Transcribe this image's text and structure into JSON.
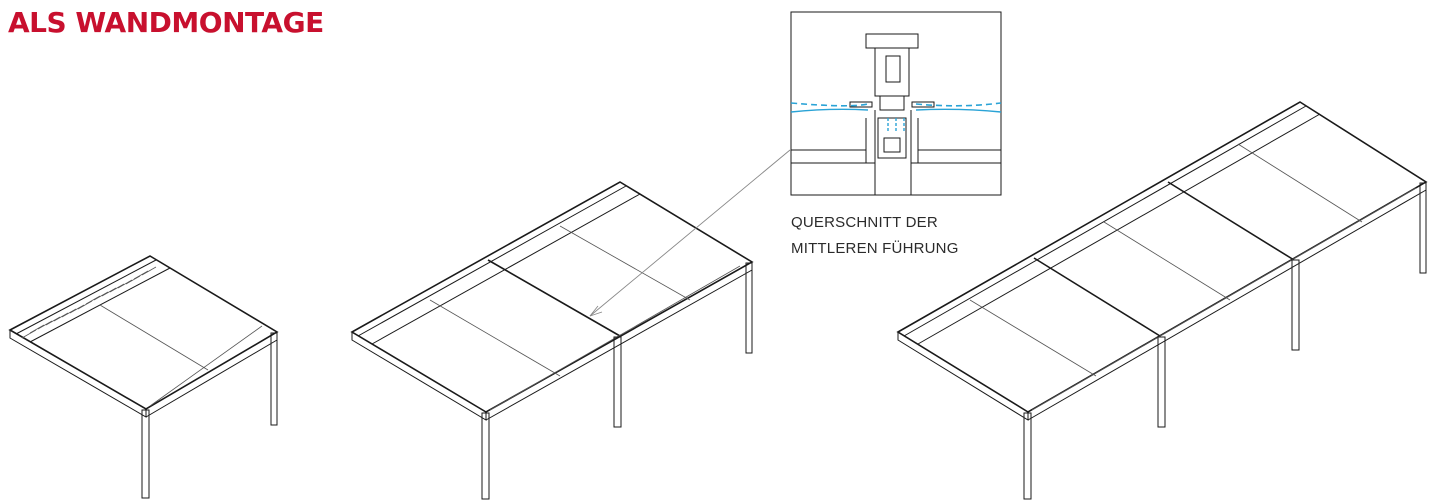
{
  "title": "ALS WANDMONTAGE",
  "caption": {
    "line1": "QUERSCHNITT DER",
    "line2": "MITTLEREN FÜHRUNG"
  },
  "colors": {
    "title": "#c8102e",
    "line": "#1a1a1a",
    "water": "#2aa3d6",
    "leader": "#888888"
  },
  "figures": {
    "pergola_single": "pergola-1-modul",
    "pergola_double": "pergola-2-module",
    "pergola_triple": "pergola-3-module",
    "detail": "querschnitt-detail"
  }
}
